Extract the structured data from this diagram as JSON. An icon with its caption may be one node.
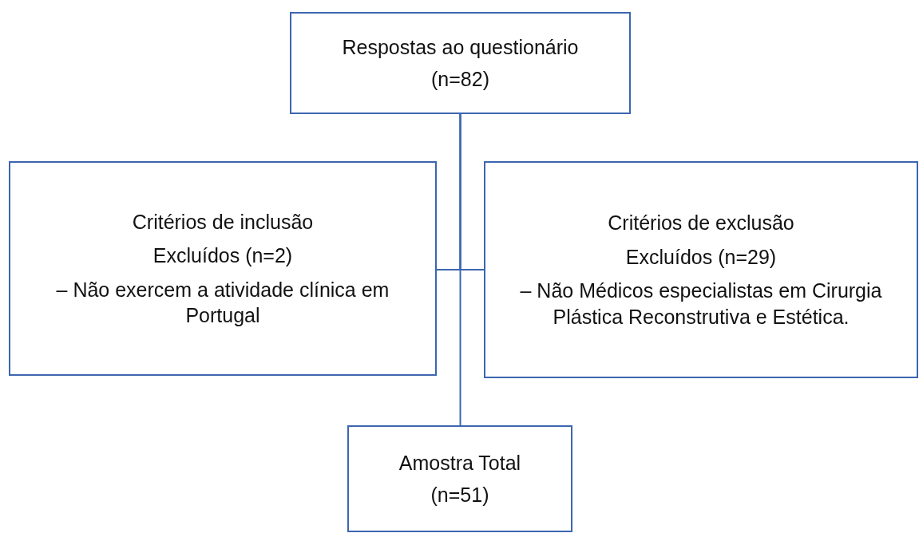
{
  "diagram": {
    "nodes": [
      {
        "text": [
          "Respostas ao questionário",
          "(n=82)"
        ]
      },
      {
        "text": [
          "Critérios de inclusão",
          "Excluídos (n=2)",
          "– Não exercem a atividade clínica em Portugal"
        ]
      },
      {
        "text": [
          "Critérios de exclusão",
          "Excluídos (n=29)",
          "– Não Médicos especialistas em Cirurgia Plástica Reconstrutiva e Estética."
        ]
      },
      {
        "text": [
          "Amostra Total",
          "(n=51)"
        ]
      }
    ],
    "edges": [
      {
        "from": 0,
        "to": 3,
        "arrow": "none"
      },
      {
        "from": 0,
        "to": 1,
        "arrow": "none"
      },
      {
        "from": 0,
        "to": 2,
        "arrow": "none"
      }
    ]
  }
}
